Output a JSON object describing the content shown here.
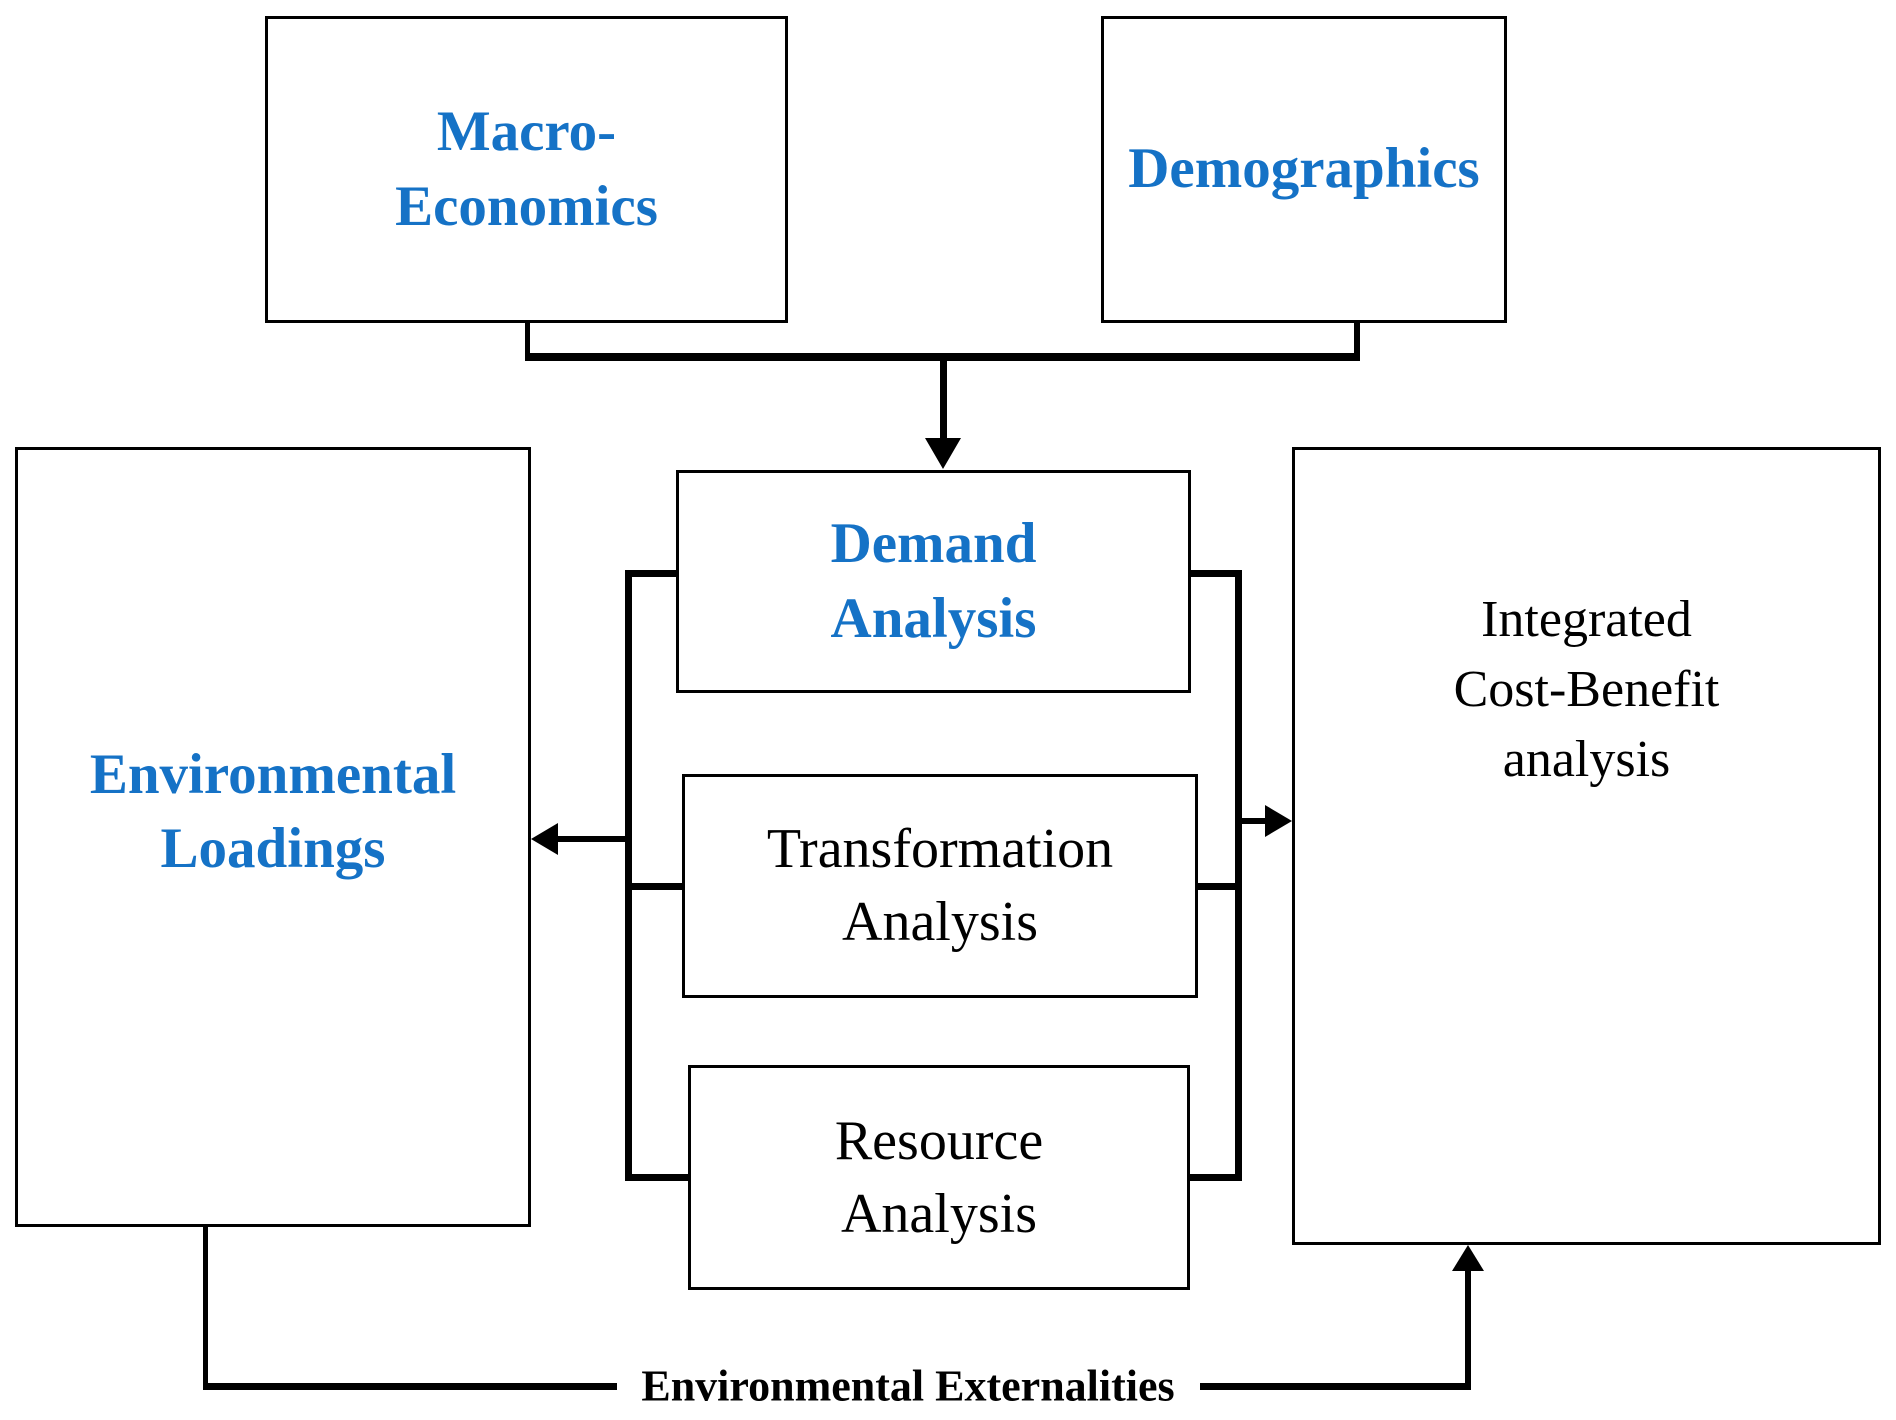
{
  "diagram": {
    "colors": {
      "accent_blue": "#1572C6",
      "line_black": "#000000",
      "background": "#FFFFFF"
    },
    "nodes": {
      "macro_economics": {
        "label": "Macro-\nEconomics",
        "emphasis": "blue-bold"
      },
      "demographics": {
        "label": "Demographics",
        "emphasis": "blue-bold"
      },
      "demand_analysis": {
        "label": "Demand\nAnalysis",
        "emphasis": "blue-bold"
      },
      "transformation_analysis": {
        "label": "Transformation\nAnalysis",
        "emphasis": "black-regular"
      },
      "resource_analysis": {
        "label": "Resource\nAnalysis",
        "emphasis": "black-regular"
      },
      "environmental_loadings": {
        "label": "Environmental\nLoadings",
        "emphasis": "blue-bold"
      },
      "integrated_cost_benefit": {
        "label": "Integrated\nCost-Benefit\nanalysis",
        "emphasis": "black-regular"
      }
    },
    "edges": {
      "environmental_externalities_label": "Environmental Externalities"
    }
  }
}
